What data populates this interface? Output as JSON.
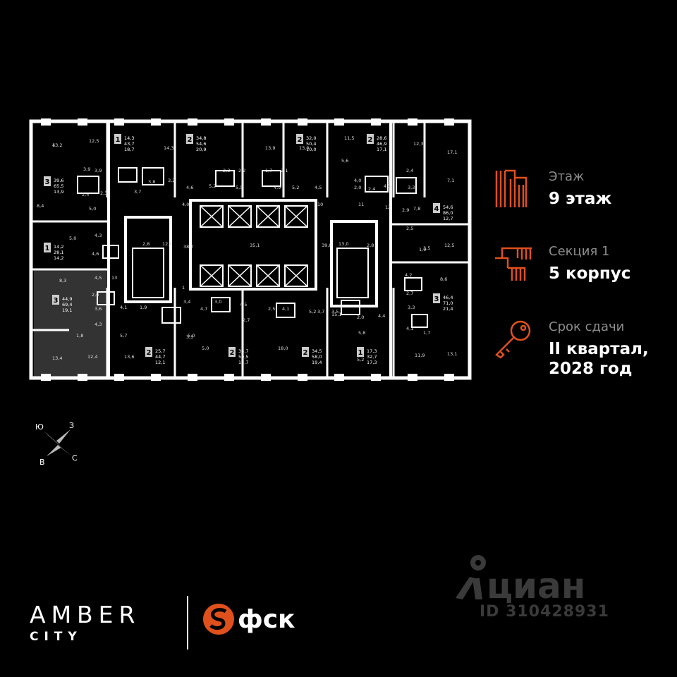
{
  "plan": {
    "apartments": [
      {
        "rooms": "3",
        "area": "39,6",
        "total": "65,5",
        "living": "13,9"
      },
      {
        "rooms": "1",
        "area": "14,2",
        "total": "28,1",
        "living": "14,2"
      },
      {
        "rooms": "3",
        "area": "44,9",
        "total": "69,4",
        "living": "19,1"
      },
      {
        "rooms": "1",
        "area": "14,3",
        "total": "43,7",
        "living": "18,7"
      },
      {
        "rooms": "2",
        "area": "34,8",
        "total": "54,6",
        "living": "20,9"
      },
      {
        "rooms": "2",
        "area": "32,0",
        "total": "50,4",
        "living": "10,0"
      },
      {
        "rooms": "2",
        "area": "28,6",
        "total": "46,9",
        "living": "17,1"
      },
      {
        "rooms": "4",
        "area": "54,6",
        "total": "86,0",
        "living": "12,7"
      },
      {
        "rooms": "3",
        "area": "46,4",
        "total": "71,0",
        "living": "21,4"
      },
      {
        "rooms": "2",
        "area": "25,7",
        "total": "44,7",
        "living": "12,1"
      },
      {
        "rooms": "2",
        "area": "33,7",
        "total": "59,5",
        "living": "15,7"
      },
      {
        "rooms": "2",
        "area": "34,5",
        "total": "58,0",
        "living": "19,4"
      },
      {
        "rooms": "1",
        "area": "17,3",
        "total": "32,7",
        "living": "17,3"
      }
    ],
    "room_areas": [
      "13,2",
      "12,5",
      "3,9",
      "3,9",
      "2,4",
      "2,3",
      "8,4",
      "5,0",
      "5,0",
      "4,3",
      "4,6",
      "8,3",
      "4,5",
      "2,0",
      "3,6",
      "4,3",
      "1,8",
      "13,4",
      "12,4",
      "4,1",
      "1,9",
      "5,7",
      "13,6",
      "3,7",
      "3,8",
      "3,2",
      "14,3",
      "4,6",
      "5,2",
      "2,3",
      "2,2",
      "5,5",
      "13,9",
      "13,0",
      "1,7",
      "2,1",
      "4,9",
      "5,2",
      "4,5",
      "11,5",
      "5,6",
      "4,0",
      "2,0",
      "2,4",
      "4,1",
      "12,3",
      "2,4",
      "3,3",
      "17,1",
      "7,1",
      "2,9",
      "7,8",
      "2,5",
      "1,9",
      "3,5",
      "12,5",
      "4,2",
      "8,6",
      "2,7",
      "3,3",
      "4,1",
      "1,7",
      "11,9",
      "13,1",
      "2,8",
      "12,8",
      "38,7",
      "35,1",
      "39,8",
      "13,0",
      "2,8",
      "3,4",
      "4,7",
      "3,0",
      "4,5",
      "2,7",
      "2,5",
      "4,1",
      "5,2",
      "3,7",
      "3,5",
      "2,0",
      "4,4",
      "5,8",
      "5,2",
      "5,0",
      "3,3",
      "5,0",
      "18,0",
      "15,1",
      "4,0",
      "10",
      "11",
      "12",
      "13",
      "1",
      "4"
    ]
  },
  "info": {
    "floor": {
      "label": "Этаж",
      "value": "9 этаж",
      "icon": "building-icon"
    },
    "section": {
      "label": "Секция 1",
      "value": "5 корпус",
      "icon": "stairs-icon"
    },
    "deadline": {
      "label": "Срок сдачи",
      "value_line1": "II квартал,",
      "value_line2": "2028 год",
      "icon": "key-icon"
    }
  },
  "compass": {
    "n1": "Ю",
    "n2": "З",
    "n3": "В",
    "n4": "С"
  },
  "branding": {
    "amber": "AMBER",
    "city": "CITY",
    "fsk": "фск"
  },
  "watermark": {
    "text": "циан",
    "id": "ID 310428931"
  },
  "colors": {
    "accent": "#e0501c",
    "highlight": "#3a3a3a",
    "muted": "#8c8c8c"
  }
}
